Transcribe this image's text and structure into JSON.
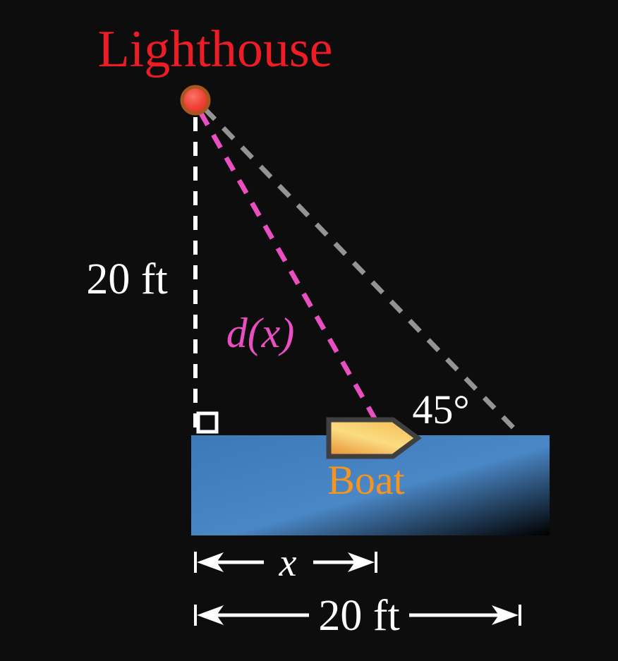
{
  "figure": {
    "title": "Lighthouse and boat distance diagram",
    "type": "geometry-diagram"
  },
  "labels": {
    "lighthouse": "Lighthouse",
    "height": "20 ft",
    "distance_function": "d(x)",
    "angle": "45°",
    "boat": "Boat",
    "x_dimension": "x",
    "base_dimension": "20 ft"
  },
  "values": {
    "lighthouse_height_ft": 20,
    "base_length_ft": 20,
    "angle_degrees": 45
  },
  "colors": {
    "background": "#0d0d0d",
    "lighthouse_label": "#ee1c24",
    "beacon_stroke": "#a5571d",
    "height_line": "#ffffff",
    "distance_line": "#ea4fc1",
    "sight_line": "#949494",
    "boat_outline": "#3f3f3f",
    "boat_label": "#f7941d",
    "dimension": "#ffffff",
    "angle_label": "#ffffff"
  }
}
